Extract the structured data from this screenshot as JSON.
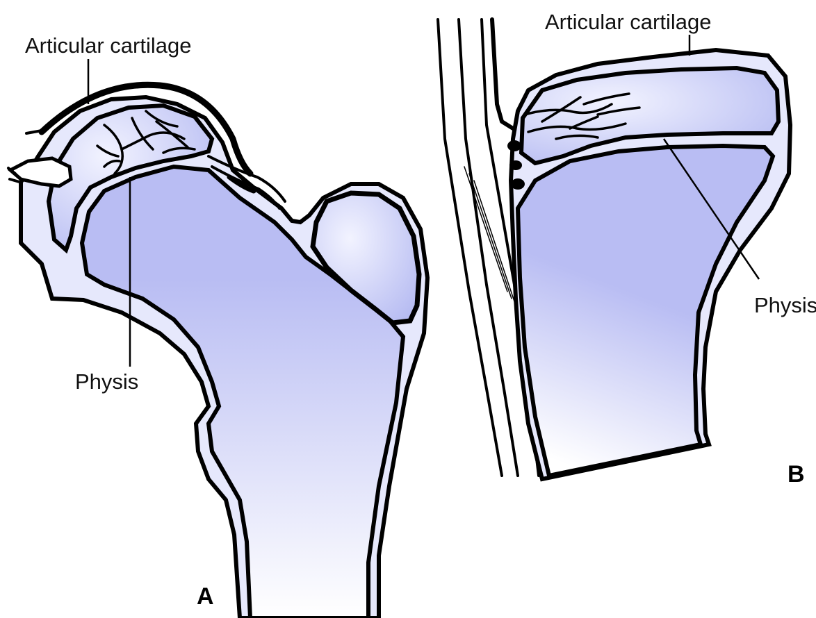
{
  "panel_a": {
    "letter": "A",
    "labels": {
      "articular_cartilage": "Articular cartilage",
      "physis": "Physis"
    }
  },
  "panel_b": {
    "letter": "B",
    "labels": {
      "articular_cartilage": "Articular cartilage",
      "physis": "Physis"
    }
  },
  "colors": {
    "bone_light": "#ffffff",
    "bone_shade": "#b9bdf3",
    "cartilage_fill": "#e9eafc",
    "outline": "#000000"
  }
}
